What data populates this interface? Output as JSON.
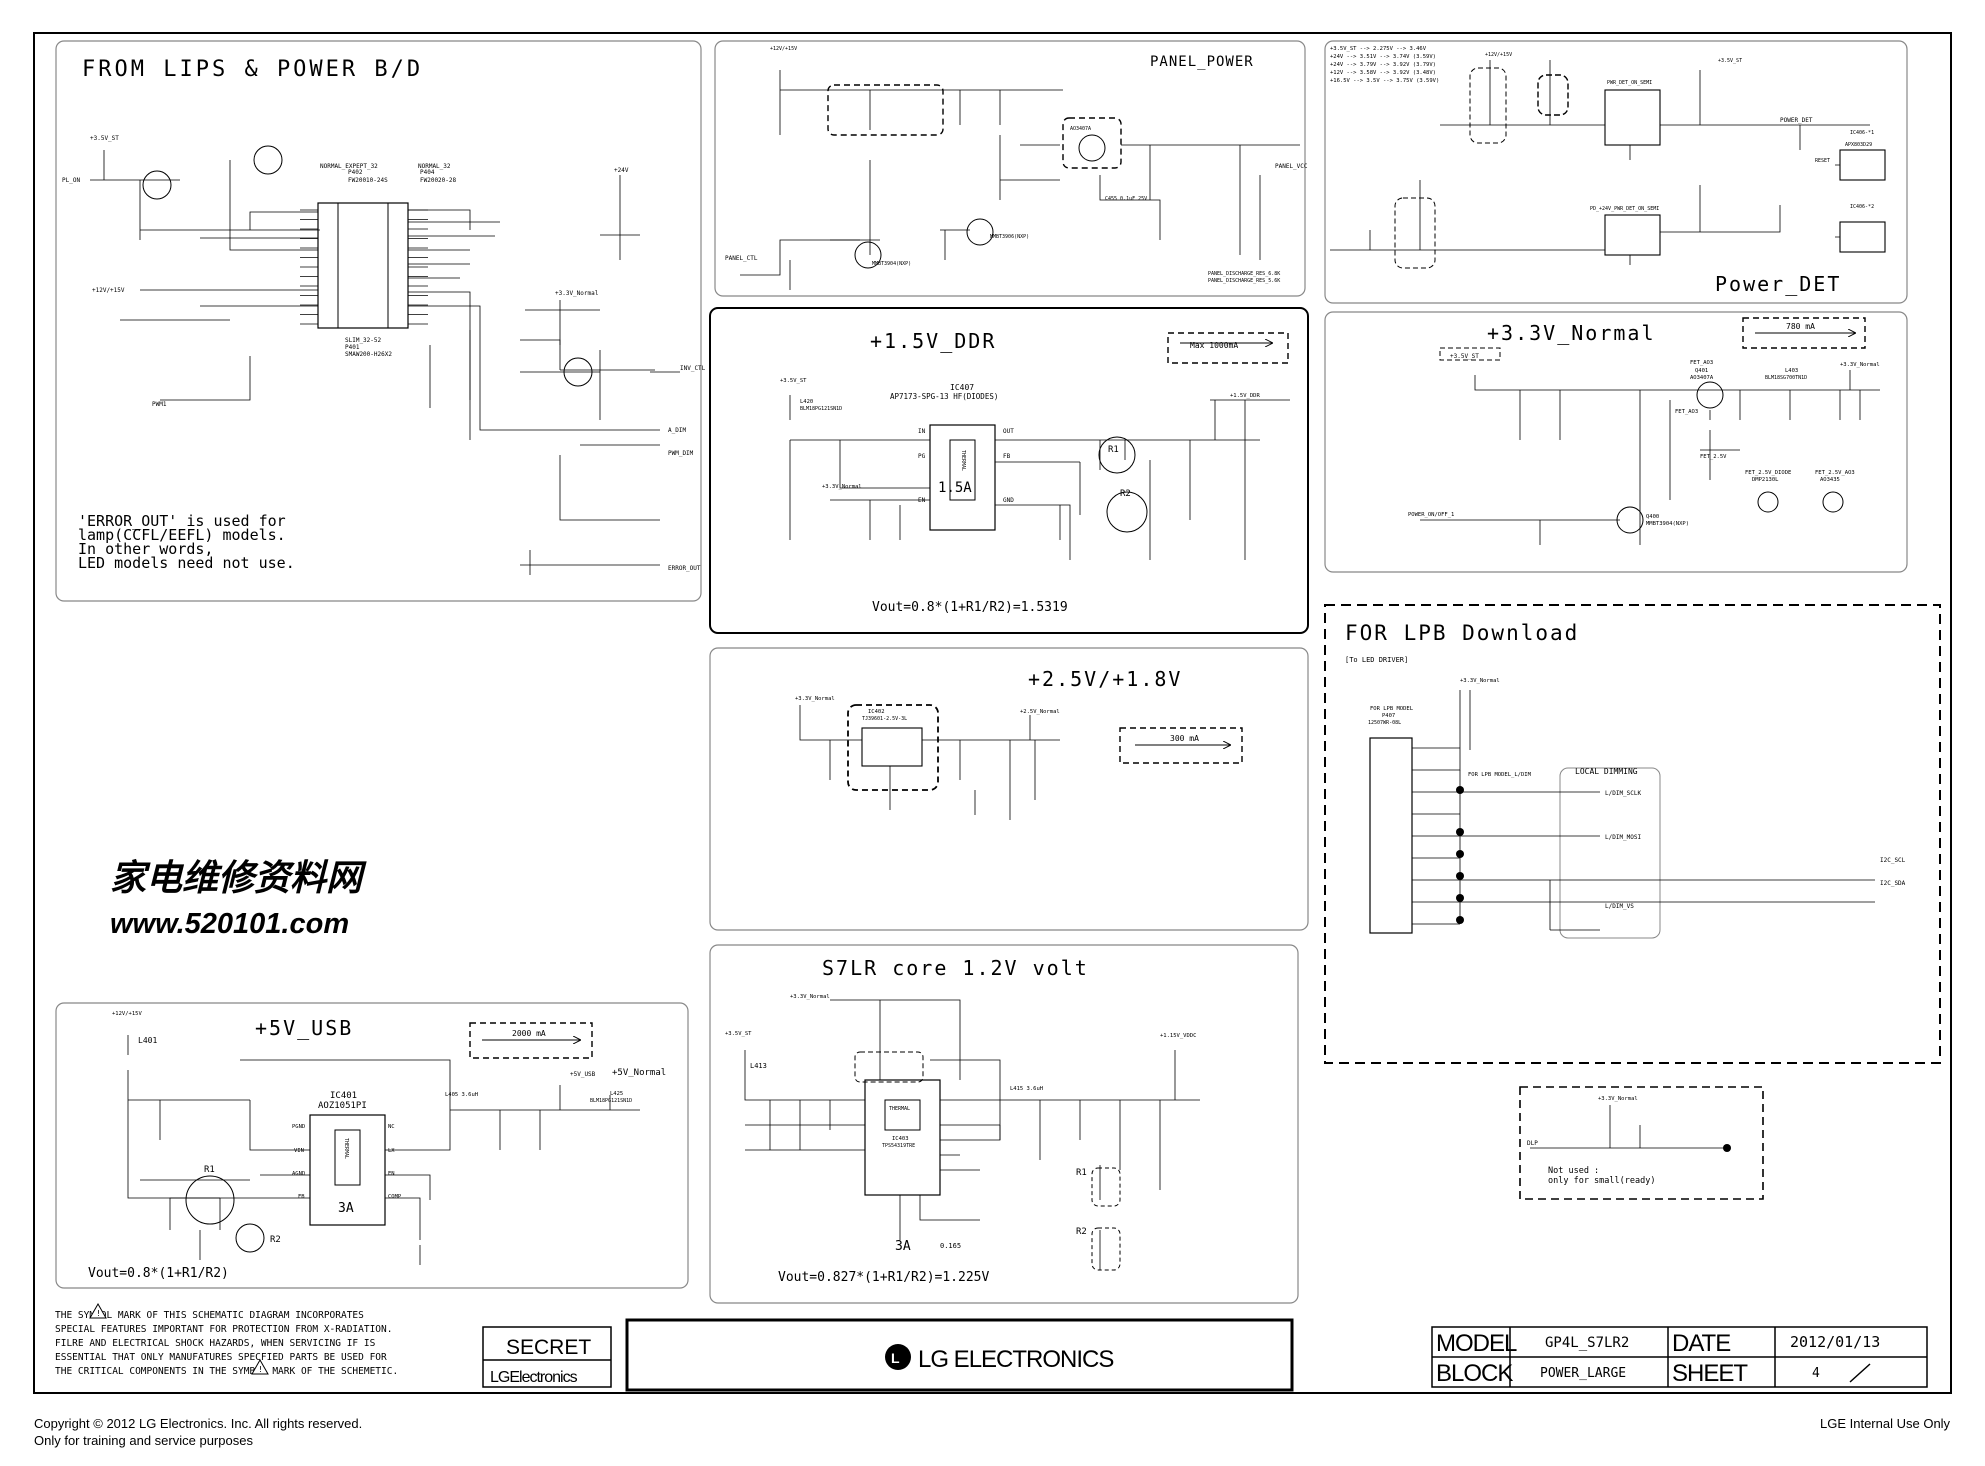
{
  "sheet": {
    "panels": {
      "lips": {
        "title": "FROM LIPS & POWER B/D",
        "note": [
          "'ERROR_OUT' is used for",
          "lamp(CCFL/EEFL) models.",
          "In other words,",
          "LED models need not use."
        ],
        "labels": {
          "connector_left": "SLIM_32-52",
          "connector_right": "P401",
          "conn_part": "SMAW200-H26X2",
          "normal_expept": "NORMAL_EXPEPT_32",
          "normal_32": "NORMAL_32",
          "p402": "P402",
          "p404": "P404",
          "fw20010": "FW20010-24S",
          "fw20020": "FW20020-28",
          "inv_ctl": "INV_CTL",
          "a_dim": "A_DIM",
          "pwm_dim": "PWM_DIM",
          "error_out": "ERROR_OUT",
          "pwm1": "PWM1",
          "pwr_on": "PL_ON",
          "v12": "+12V/+15V",
          "v24": "+24V",
          "v35st": "+3.5V_ST",
          "v33n": "+3.3V_Normal"
        }
      },
      "panel_power": {
        "title": "PANEL_POWER",
        "labels": {
          "panel_ctl": "PANEL_CTL",
          "panel_vcc": "PANEL_VCC",
          "q406": "MMBT3904(NXP)",
          "q405": "MMBT3906(NXP)",
          "q409": "AO3407A",
          "discharge1": "PANEL_DISCHARGE_RES_6.8K",
          "discharge2": "PANEL_DISCHARGE_RES_5.6K",
          "v12": "+12V/+15V",
          "c455": "C455 0.1uF 25V"
        }
      },
      "power_det": {
        "title": "Power_DET",
        "labels": {
          "power_det_net": "POWER_DET",
          "ic_a": "PWR_DET_ON_SEMI",
          "ic_b": "PD_+24V_PWR_DET_ON_SEMI",
          "ic406": "IC406-*1",
          "ic406b": "IC406-*2",
          "apx": "APX803D29",
          "reset": "RESET",
          "v35st": "+3.5V_ST",
          "v12": "+12V/+15V"
        },
        "table": [
          "+3.5V_ST --> 2.275V --> 3.46V",
          "+24V --> 3.51V --> 3.74V (3.59V)",
          "+24V --> 3.79V --> 3.92V (3.79V)",
          "+12V --> 3.58V --> 3.92V (3.48V)",
          "+16.5V --> 3.5V --> 3.75V (3.59V)"
        ]
      },
      "ddr": {
        "title": "+1.5V_DDR",
        "max": "Max 1000mA",
        "ic": "IC407",
        "ic_part": "AP7173-SPG-13 HF(DIODES)",
        "amp": "1.5A",
        "formula": "Vout=0.8*(1+R1/R2)=1.5319",
        "out": "+1.5V_DDR",
        "l420": "L420",
        "l420_part": "BLM18PG121SN1D",
        "v35st": "+3.5V_ST",
        "v33n": "+3.3V_Normal",
        "r1": "R1",
        "r2": "R2",
        "thermal": "THERMAL",
        "pins": [
          "IN",
          "PG",
          "EN",
          "OUT",
          "FB",
          "GND"
        ]
      },
      "v25": {
        "title": "+2.5V/+1.8V",
        "max": "300 mA",
        "ic": "IC402",
        "ic_part": "TJ39601-2.5V-3L",
        "out": "+2.5V_Normal",
        "v33n": "+3.3V_Normal"
      },
      "s7lr": {
        "title": "S7LR core 1.2V volt",
        "amp": "3A",
        "formula": "Vout=0.827*(1+R1/R2)=1.225V",
        "ic": "IC403",
        "ic_part": "TPS54319TRE",
        "out": "+1.15V_VDDC",
        "l413": "L413",
        "l415": "L415 3.6uH",
        "r1": "R1",
        "r2": "R2",
        "v35st": "+3.5V_ST",
        "v33n": "+3.3V_Normal",
        "thermal": "THERMAL",
        "note": "0.165"
      },
      "usb": {
        "title": "+5V_USB",
        "max": "2000 mA",
        "ic": "IC401",
        "ic_part": "AOZ1051PI",
        "amp": "3A",
        "formula": "Vout=0.8*(1+R1/R2)",
        "out": "+5V_USB",
        "out2": "+5V_Normal",
        "l401": "L401",
        "l405": "L405 3.6uH",
        "l425": "L425",
        "l425_part": "BLM18PG121SN1D",
        "v12": "+12V/+15V",
        "r1": "R1",
        "r2": "R2",
        "thermal": "THERMAL",
        "pins": [
          "PGND",
          "VIN",
          "AGND",
          "FB",
          "LX",
          "EN",
          "COMP",
          "NC"
        ]
      },
      "v33": {
        "title": "+3.3V_Normal",
        "max": "780 mA",
        "in": "+3.5V_ST",
        "out": "+3.3V_Normal",
        "fet": "FET_AO3",
        "q401": "Q401",
        "q401_part": "AO3407A",
        "l403": "L403",
        "l403_part": "BLM18SG700TN1D",
        "power_on": "POWER_ON/OFF_1",
        "q400": "Q400",
        "q400_part": "MMBT3904(NXP)",
        "fet_ao3_2": "FET_AO3",
        "fet25": "FET_2.5V",
        "fet25_diode": "FET_2.5V_DIODE",
        "fet25_ao3": "FET_2.5V_AO3",
        "dmp": "DMP2130L",
        "ao3435": "AO3435"
      },
      "lpb": {
        "title": "FOR LPB Download",
        "sub": "[To LED DRIVER]",
        "local": "LOCAL DIMMING",
        "model": "FOR LPB MODEL",
        "model2": "FOR LPB MODEL_L/DIM",
        "p407": "P407",
        "p407_part": "12507WR-08L",
        "v33n": "+3.3V_Normal",
        "nets": [
          "L/DIM_SCLK",
          "L/DIM_MOSI",
          "L/DIM_VS",
          "I2C_SCL",
          "I2C_SDA"
        ]
      },
      "nu": {
        "lines": [
          "Not used :",
          "only for small(ready)"
        ],
        "net": "DLP",
        "v33n": "+3.3V_Normal"
      }
    },
    "watermark": {
      "cn": "家电维修资料网",
      "url": "www.520101.com"
    },
    "warning": [
      "THE     SYMBOL MARK OF THIS SCHEMATIC DIAGRAM INCORPORATES",
      "SPECIAL FEATURES IMPORTANT FOR PROTECTION FROM X-RADIATION.",
      "FILRE AND ELECTRICAL SHOCK HAZARDS, WHEN SERVICING IF IS",
      "ESSENTIAL THAT ONLY MANUFATURES SPECFIED PARTS BE USED FOR",
      "THE CRITICAL COMPONENTS IN THE     SYMBOL MARK OF THE SCHEMETIC."
    ],
    "title_block": {
      "secret": "SECRET",
      "lg_small": "LGElectronics",
      "lg_big": "LG ELECTRONICS",
      "model_label": "MODEL",
      "model": "GP4L_S7LR2",
      "date_label": "DATE",
      "date": "2012/01/13",
      "block_label": "BLOCK",
      "block": "POWER_LARGE",
      "sheet_label": "SHEET",
      "sheet": "4"
    }
  },
  "footer": {
    "copyright": "Copyright © 2012 LG Electronics. Inc. All rights reserved.",
    "training": "Only for training and service purposes",
    "internal": "LGE Internal Use Only"
  }
}
